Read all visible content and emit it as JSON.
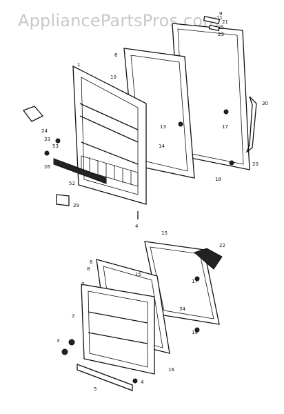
{
  "watermark": "AppliancePartsPros.com",
  "callouts": {
    "c1": "1",
    "c2": "2",
    "c3": "3",
    "c4a": "4",
    "c4b": "4",
    "c5": "5",
    "c6a": "6",
    "c6b": "6",
    "c7": "7",
    "c8": "8",
    "c9": "9",
    "c10": "10",
    "c11": "11",
    "c13": "13",
    "c14": "14",
    "c15a": "15",
    "c15b": "15",
    "c16": "16",
    "c17a": "17",
    "c17b": "17",
    "c18": "18",
    "c19": "19",
    "c20": "20",
    "c21": "21",
    "c22": "22",
    "c23": "23",
    "c24": "24",
    "c25": "25",
    "c26": "26",
    "c29": "29",
    "c30": "30",
    "c33": "33",
    "c34": "34",
    "c52": "52",
    "c53": "53"
  }
}
